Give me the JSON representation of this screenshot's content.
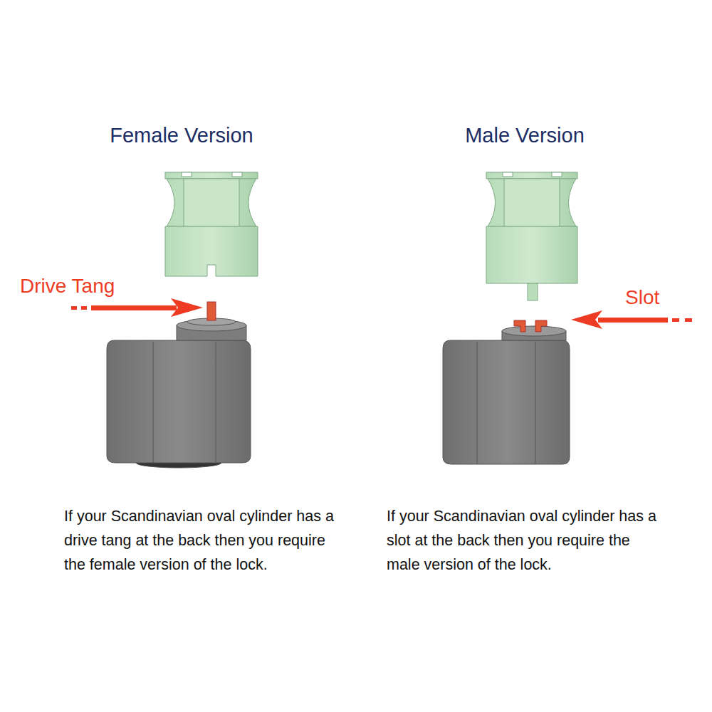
{
  "diagram": {
    "labels": [
      "Female Version",
      "Drive Tang",
      "If your Scandinavian oval cylinder has a drive tang at the back then you require the female version of the lock.",
      "Male Version",
      "Slot",
      "If your Scandinavian oval cylinder has a slot at the back then you require the male version of the lock."
    ]
  }
}
